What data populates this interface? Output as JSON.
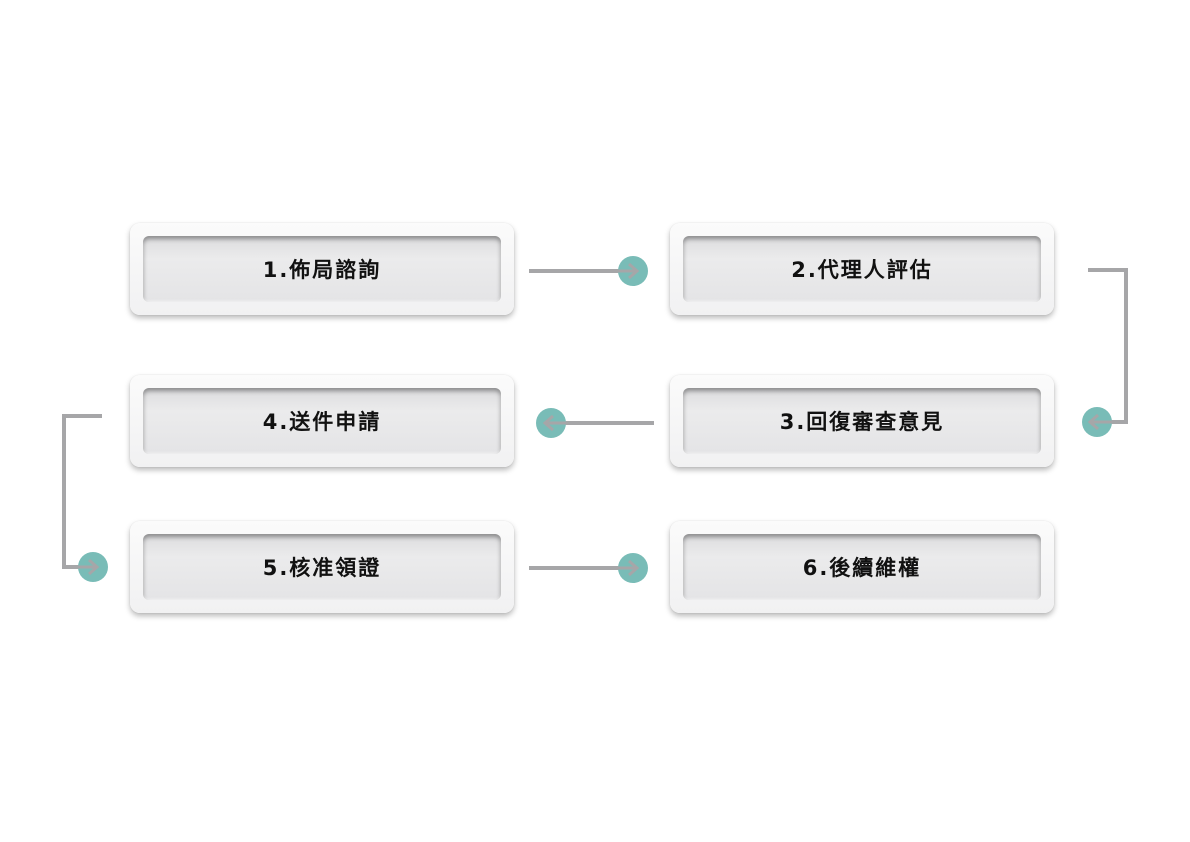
{
  "flow": {
    "steps": [
      {
        "label": "1.佈局諮詢"
      },
      {
        "label": "2.代理人評估"
      },
      {
        "label": "3.回復審查意見"
      },
      {
        "label": "4.送件申請"
      },
      {
        "label": "5.核准領證"
      },
      {
        "label": "6.後續維權"
      }
    ]
  },
  "colors": {
    "connector_line": "#a6a6a8",
    "arrow_dot": "#79bcb7",
    "step_frame": "#f4f4f5",
    "step_panel": "#e4e4e6",
    "step_text": "#111111"
  },
  "icons": {
    "connector_end": "arrow-right-icon"
  }
}
